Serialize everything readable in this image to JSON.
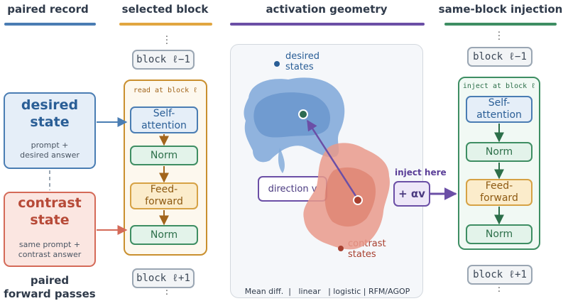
{
  "sections": {
    "paired_record": "paired record",
    "selected_block": "selected block",
    "activation_geometry": "activation geometry",
    "same_block_injection": "same-block injection"
  },
  "colors": {
    "blue": "#4a7db3",
    "orange": "#e1a640",
    "purple": "#6b4fa6",
    "green": "#3e8e63",
    "red": "#d46a58"
  },
  "record": {
    "desired_title": "desired\nstate",
    "desired_sub": "prompt +\ndesired answer",
    "contrast_title": "contrast\nstate",
    "contrast_sub": "same prompt +\ncontrast answer",
    "footer": "paired\nforward passes"
  },
  "selected": {
    "prev_block": "block  ℓ−1",
    "frame_label": "read at block ℓ",
    "self_attention": "Self-\nattention",
    "norm1": "Norm",
    "feed_forward": "Feed-\nforward",
    "norm2": "Norm",
    "next_block": "block  ℓ+1"
  },
  "geometry": {
    "desired_label": "desired\nstates",
    "contrast_label": "contrast\nstates",
    "direction_label": "direction  v",
    "inject_here": "inject here",
    "inject_op": "+ αv",
    "methods": "Mean diff.  |   linear   | logistic | RFM/AGOP"
  },
  "injection": {
    "prev_block": "block  ℓ−1",
    "frame_label": "inject at block ℓ",
    "self_attention": "Self-\nattention",
    "norm1": "Norm",
    "feed_forward": "Feed-\nforward",
    "norm2": "Norm",
    "next_block": "block  ℓ+1"
  }
}
